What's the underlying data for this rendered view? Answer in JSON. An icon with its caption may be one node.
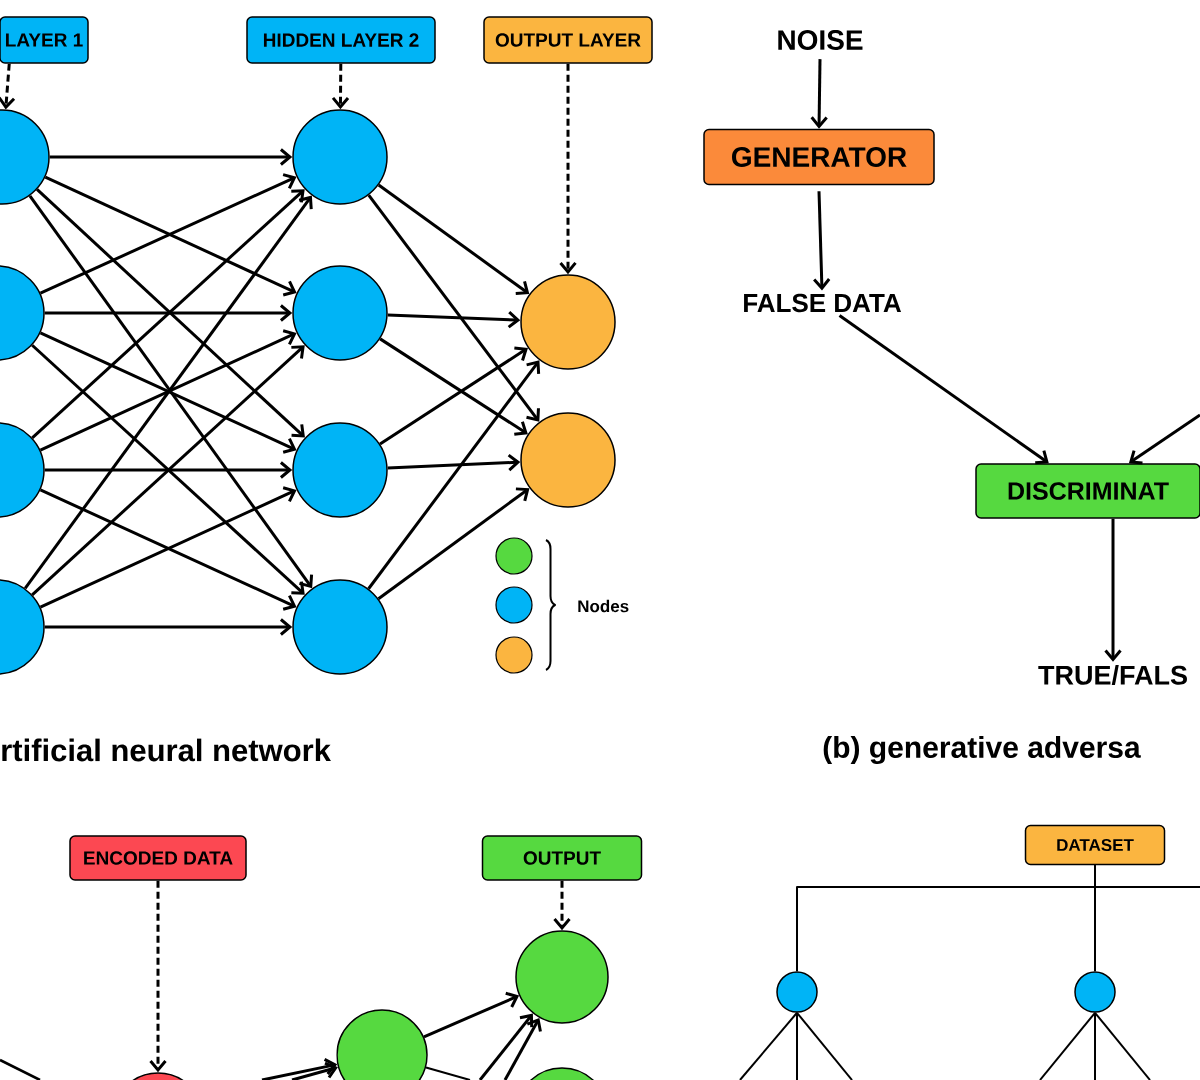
{
  "diagram": {
    "nodes": [
      {
        "text": [
          "LAYER 1"
        ]
      },
      {
        "text": [
          "HIDDEN LAYER 2"
        ]
      },
      {
        "text": [
          "OUTPUT LAYER"
        ]
      },
      {
        "text": [],
        "shape": "circle"
      },
      {
        "text": [],
        "shape": "circle"
      },
      {
        "text": [],
        "shape": "circle"
      },
      {
        "text": [],
        "shape": "circle"
      },
      {
        "text": [],
        "shape": "circle"
      },
      {
        "text": [],
        "shape": "circle"
      },
      {
        "text": [],
        "shape": "circle"
      },
      {
        "text": [],
        "shape": "circle"
      },
      {
        "text": [],
        "shape": "circle"
      },
      {
        "text": [],
        "shape": "circle"
      },
      {
        "text": [
          "NOISE"
        ]
      },
      {
        "text": [
          "GENERATOR"
        ]
      },
      {
        "text": [
          "FALSE DATA"
        ]
      },
      {
        "text": [
          "DISCRIMINAT"
        ]
      },
      {
        "text": [
          "TRUE/FALS"
        ]
      },
      {
        "text": [
          "ENCODED DATA"
        ]
      },
      {
        "text": [
          "OUTPUT"
        ]
      },
      {
        "text": [],
        "shape": "circle"
      },
      {
        "text": [],
        "shape": "circle"
      },
      {
        "text": [],
        "shape": "circle"
      },
      {
        "text": [],
        "shape": "circle"
      },
      {
        "text": [
          "DATASET"
        ]
      },
      {
        "text": [],
        "shape": "circle"
      },
      {
        "text": [],
        "shape": "circle"
      }
    ],
    "edges": [
      {
        "from": 0,
        "to": 3,
        "arrow": "to",
        "style": "dashed"
      },
      {
        "from": 1,
        "to": 7,
        "arrow": "to",
        "style": "dashed"
      },
      {
        "from": 2,
        "to": 11,
        "arrow": "to",
        "style": "dashed"
      },
      {
        "from": 3,
        "to": 7,
        "arrow": "to"
      },
      {
        "from": 3,
        "to": 8,
        "arrow": "to"
      },
      {
        "from": 3,
        "to": 9,
        "arrow": "to"
      },
      {
        "from": 3,
        "to": 10,
        "arrow": "to"
      },
      {
        "from": 4,
        "to": 7,
        "arrow": "to"
      },
      {
        "from": 4,
        "to": 8,
        "arrow": "to"
      },
      {
        "from": 4,
        "to": 9,
        "arrow": "to"
      },
      {
        "from": 4,
        "to": 10,
        "arrow": "to"
      },
      {
        "from": 5,
        "to": 7,
        "arrow": "to"
      },
      {
        "from": 5,
        "to": 8,
        "arrow": "to"
      },
      {
        "from": 5,
        "to": 9,
        "arrow": "to"
      },
      {
        "from": 5,
        "to": 10,
        "arrow": "to"
      },
      {
        "from": 6,
        "to": 7,
        "arrow": "to"
      },
      {
        "from": 6,
        "to": 8,
        "arrow": "to"
      },
      {
        "from": 6,
        "to": 9,
        "arrow": "to"
      },
      {
        "from": 6,
        "to": 10,
        "arrow": "to"
      },
      {
        "from": 7,
        "to": 11,
        "arrow": "to"
      },
      {
        "from": 7,
        "to": 12,
        "arrow": "to"
      },
      {
        "from": 8,
        "to": 11,
        "arrow": "to"
      },
      {
        "from": 8,
        "to": 12,
        "arrow": "to"
      },
      {
        "from": 9,
        "to": 11,
        "arrow": "to"
      },
      {
        "from": 9,
        "to": 12,
        "arrow": "to"
      },
      {
        "from": 10,
        "to": 11,
        "arrow": "to"
      },
      {
        "from": 10,
        "to": 12,
        "arrow": "to"
      },
      {
        "from": 13,
        "to": 14,
        "arrow": "to"
      },
      {
        "from": 14,
        "to": 15,
        "arrow": "to"
      },
      {
        "from": 15,
        "to": 16,
        "arrow": "to"
      },
      {
        "from": null,
        "to": 16,
        "arrow": "to"
      },
      {
        "from": 16,
        "to": 17,
        "arrow": "to"
      },
      {
        "from": 18,
        "to": 20,
        "arrow": "to",
        "style": "dashed"
      },
      {
        "from": 19,
        "to": 22,
        "arrow": "to",
        "style": "dashed"
      },
      {
        "from": null,
        "to": 21,
        "arrow": "to"
      },
      {
        "from": null,
        "to": 21,
        "arrow": "to"
      },
      {
        "from": 21,
        "to": 22,
        "arrow": "to"
      },
      {
        "from": 21,
        "to": null,
        "arrow": "none"
      },
      {
        "from": null,
        "to": 22,
        "arrow": "to"
      },
      {
        "from": null,
        "to": 22,
        "arrow": "to"
      },
      {
        "from": 24,
        "to": 25,
        "arrow": "none"
      },
      {
        "from": 24,
        "to": 26,
        "arrow": "none"
      },
      {
        "from": 24,
        "to": null,
        "arrow": "none"
      },
      {
        "from": 25,
        "to": null,
        "arrow": "none"
      },
      {
        "from": 25,
        "to": null,
        "arrow": "none"
      },
      {
        "from": 25,
        "to": null,
        "arrow": "none"
      },
      {
        "from": 26,
        "to": null,
        "arrow": "none"
      },
      {
        "from": 26,
        "to": null,
        "arrow": "none"
      },
      {
        "from": 26,
        "to": null,
        "arrow": "none"
      }
    ],
    "labels": [
      "Nodes",
      "rtificial neural network",
      "(b) generative adversa"
    ]
  }
}
